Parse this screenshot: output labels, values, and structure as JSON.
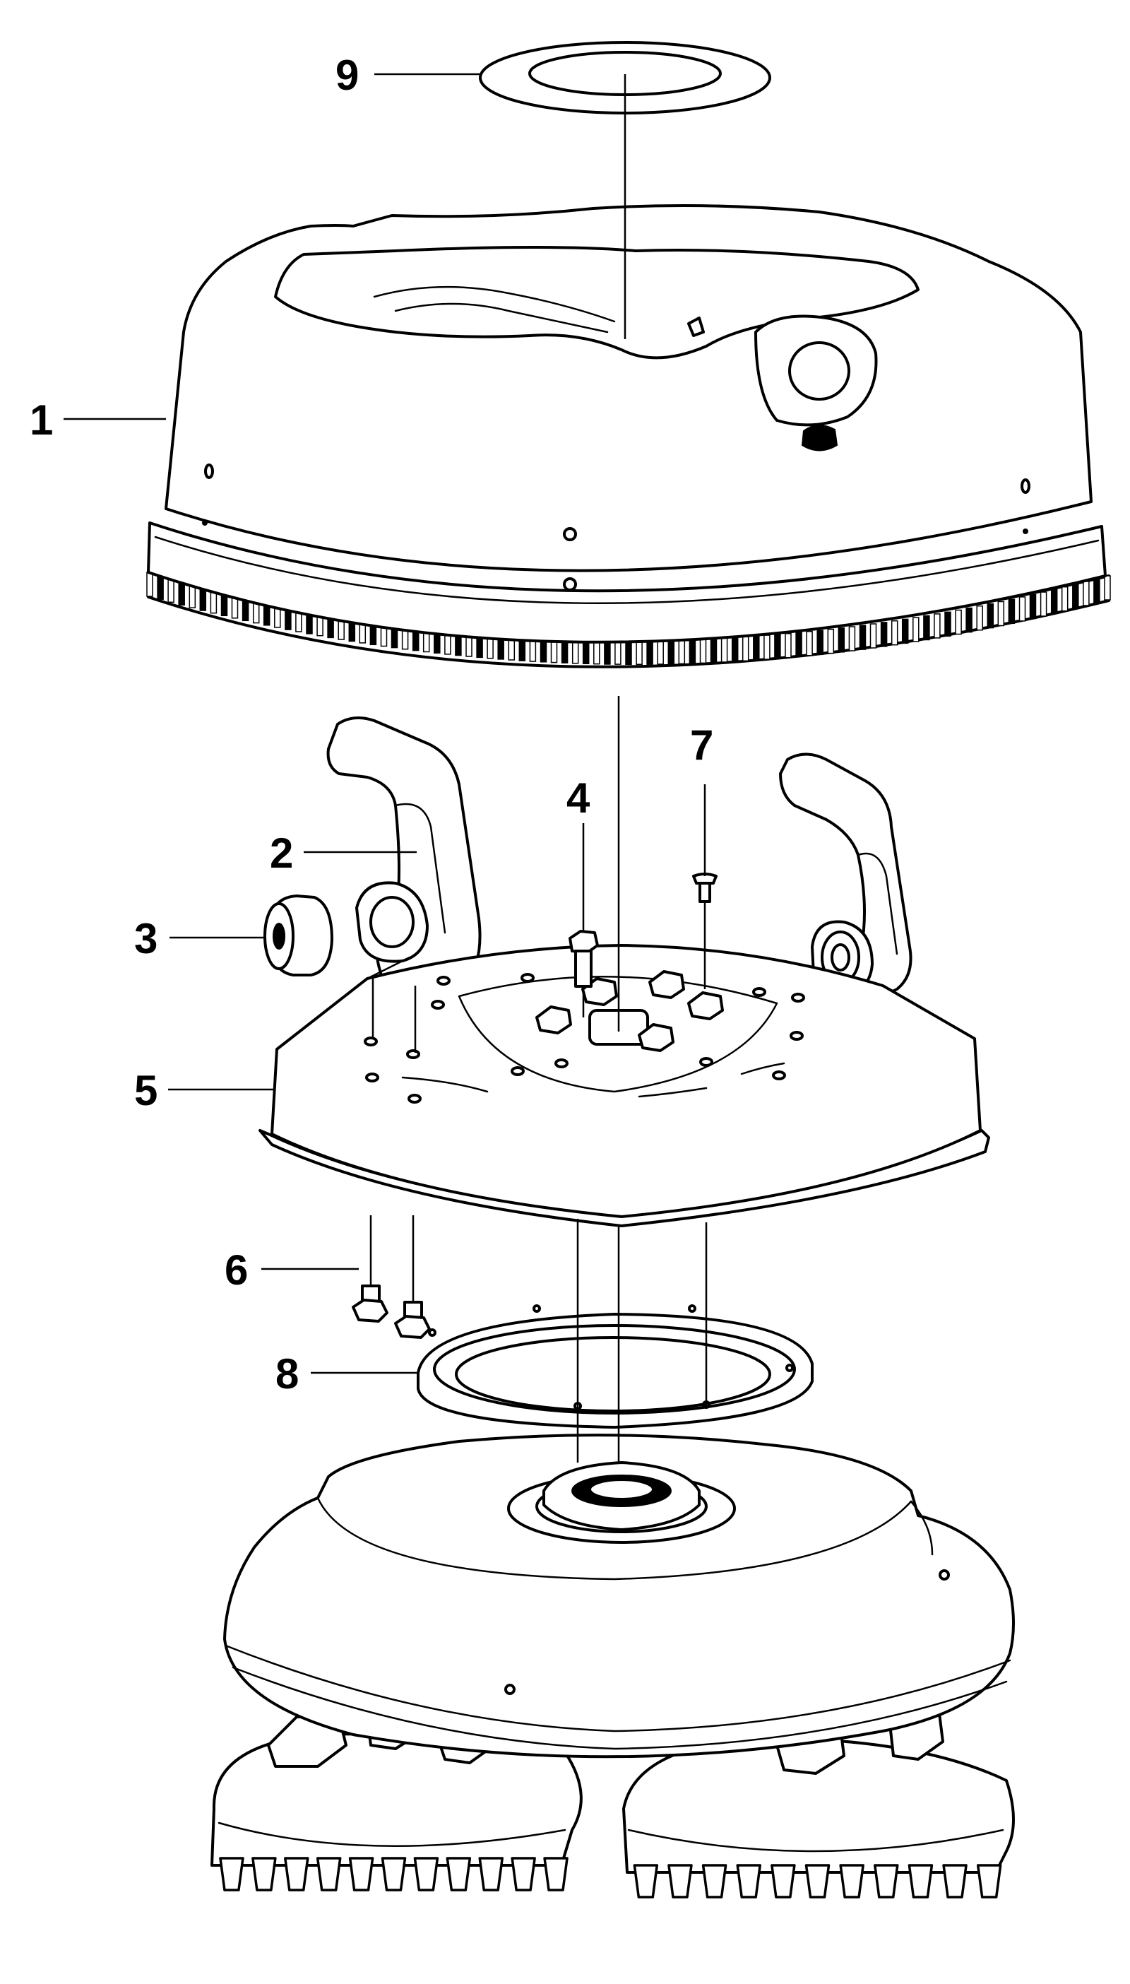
{
  "diagram": {
    "callouts": [
      {
        "id": "c1",
        "label": "1",
        "part": "top-cover"
      },
      {
        "id": "c2",
        "label": "2",
        "part": "handle"
      },
      {
        "id": "c3",
        "label": "3",
        "part": "bearing"
      },
      {
        "id": "c4",
        "label": "4",
        "part": "bolt"
      },
      {
        "id": "c5",
        "label": "5",
        "part": "base-plate"
      },
      {
        "id": "c6",
        "label": "6",
        "part": "screw"
      },
      {
        "id": "c7",
        "label": "7",
        "part": "pin"
      },
      {
        "id": "c8",
        "label": "8",
        "part": "ring"
      },
      {
        "id": "c9",
        "label": "9",
        "part": "washer"
      }
    ],
    "colors": {
      "ink": "#000000",
      "paper": "#ffffff"
    }
  }
}
